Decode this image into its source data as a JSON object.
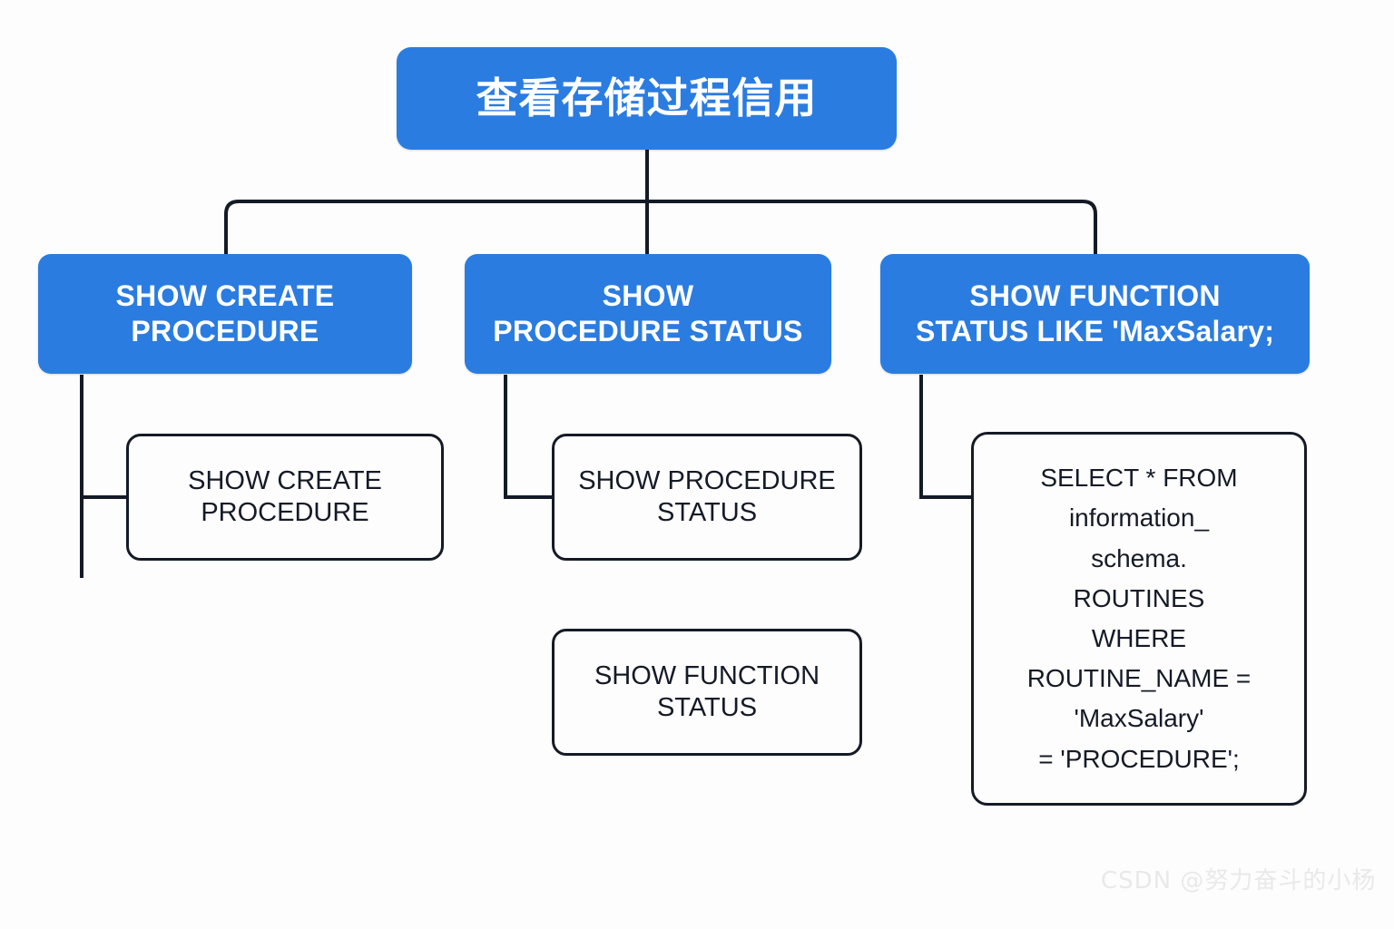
{
  "diagram": {
    "title": "查看存储过程信用",
    "nodes": {
      "root": {
        "label": "查看存储过程信用",
        "style": "blue"
      },
      "branch_1": {
        "label": "SHOW CREATE\nPROCEDURE",
        "style": "blue"
      },
      "branch_2": {
        "label": "SHOW\nPROCEDURE STATUS",
        "style": "blue"
      },
      "branch_3": {
        "label": "SHOW FUNCTION\nSTATUS LIKE 'MaxSalary;",
        "style": "blue"
      },
      "leaf_1": {
        "label": "SHOW CREATE\nPROCEDURE",
        "style": "white"
      },
      "leaf_2": {
        "label": "SHOW PROCEDURE\nSTATUS",
        "style": "white"
      },
      "leaf_3": {
        "label": "SHOW FUNCTION\nSTATUS",
        "style": "white"
      },
      "leaf_4": {
        "label": "SELECT * FROM\ninformation_\nschema.\nROUTINES\nWHERE\nROUTINE_NAME =\n'MaxSalary'\n= 'PROCEDURE';",
        "style": "white"
      }
    }
  },
  "colors": {
    "node_blue": "#2b7ce0",
    "node_blue_text": "#ffffff",
    "node_white_bg": "#fdfdfd",
    "node_white_border": "#151a27",
    "node_white_text": "#151a27",
    "connector": "#151a27",
    "background": "#fdfdfd",
    "watermark_text": "#e9e9ea"
  },
  "watermark": {
    "text": "CSDN @努力奋斗的小杨"
  }
}
